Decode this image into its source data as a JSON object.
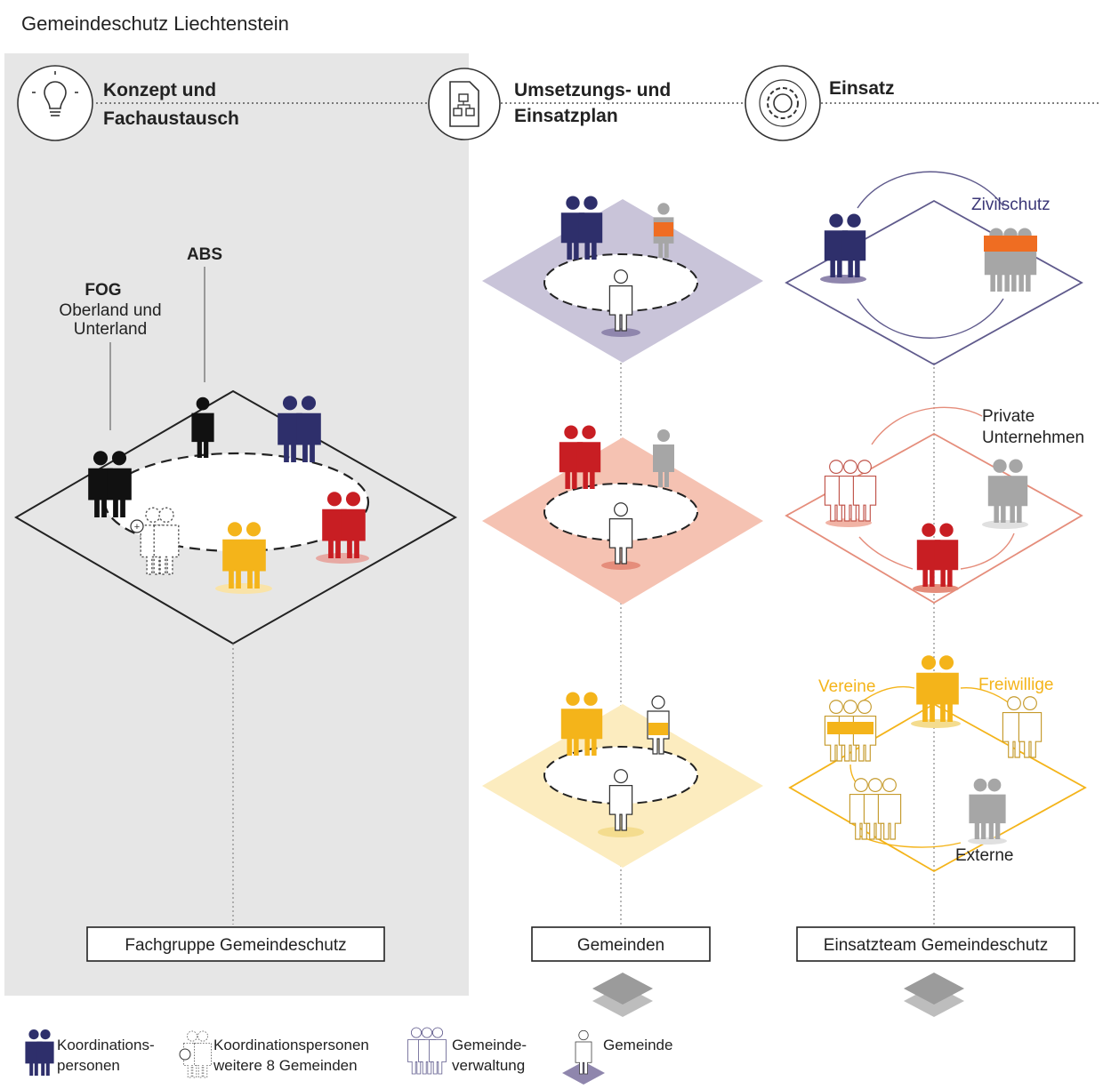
{
  "title": "Gemeindeschutz Liechtenstein",
  "phases": [
    {
      "line1": "Konzept und",
      "line2": "Fachaustausch",
      "icon": "lightbulb-icon"
    },
    {
      "line1": "Umsetzungs- und",
      "line2": "Einsatzplan",
      "icon": "flowchart-document-icon"
    },
    {
      "line1": "Einsatz",
      "line2": "",
      "icon": "gear-icon"
    }
  ],
  "left": {
    "abs": "ABS",
    "fog": "FOG",
    "fog_sub1": "Oberland und",
    "fog_sub2": "Unterland"
  },
  "right": {
    "zivilschutz": "Zivilschutz",
    "private1": "Private",
    "private2": "Unternehmen",
    "vereine": "Vereine",
    "freiwillige": "Freiwillige",
    "externe": "Externe"
  },
  "boxes": {
    "fachgruppe": "Fachgruppe Gemeindeschutz",
    "gemeinden": "Gemeinden",
    "einsatzteam": "Einsatzteam Gemeindeschutz"
  },
  "legend": {
    "koord1": "Koordinations-",
    "koord2": "personen",
    "weitere1": "Koordinationspersonen",
    "weitere2": "weitere 8 Gemeinden",
    "verw1": "Gemeinde-",
    "verw2": "verwaltung",
    "gemeinde": "Gemeinde"
  },
  "colors": {
    "navy": "#2e2f6b",
    "red": "#c81e23",
    "yellow": "#f4b41a",
    "orange": "#ef6d22",
    "grey": "#a6a6a6",
    "panel": "#e6e6e6",
    "lavender": "#c9c4d9",
    "salmon": "#f5c2b2",
    "cream": "#fcecbf"
  }
}
